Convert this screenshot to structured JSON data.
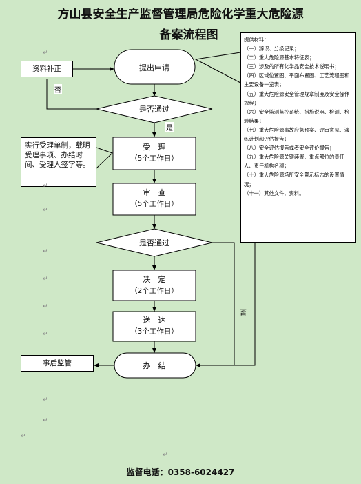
{
  "title": {
    "line1": "方山县安全生产监督管理局危险化学重大危险源",
    "line2": "备案流程图"
  },
  "side_boxes": {
    "correction": "资料补正",
    "after_supervision": "事后监管"
  },
  "note": "实行受理单制，载明受理事项、办结时间、受理人签字等。",
  "nodes": {
    "apply": "提出申请",
    "check1": "是否通过",
    "accept": {
      "title": "受　理",
      "days": "（5个工作日）"
    },
    "review": {
      "title": "审　查",
      "days": "（5个工作日）"
    },
    "check2": "是否通过",
    "decide": {
      "title": "决　定",
      "days": "（2个工作日）"
    },
    "deliver": {
      "title": "送　达",
      "days": "（3个工作日）"
    },
    "finish": "办　结"
  },
  "branch_labels": {
    "no_1": "否",
    "yes_1": "是",
    "no_2": "否"
  },
  "requirements": {
    "heading": "提供材料：",
    "items": [
      "（一）辨识、分级记录；",
      "（二）重大危险源基本特征表；",
      "（三）涉及的所有化学品安全技术说明书；",
      "（四）区域位置图、平面布置图、工艺流程图和主要设备一览表；",
      "（五）重大危险源安全管理规章制度及安全操作规程；",
      "（六）安全监测监控系统、措施说明、检测、检验结果；",
      "（七）重大危险源事故应急预案、评审意见、演练计划和评估报告；",
      "（八）安全评估报告或者安全评价报告；",
      "（九）重大危险源关键装置、重点部位的责任人、责任机构名称；",
      "（十）重大危险源场所安全警示标志的设置情况；",
      "（十一）其他文件、资料。"
    ]
  },
  "footer": "监督电话：0358-6024427",
  "colors": {
    "background": "#cfe8c7",
    "box_fill": "#ffffff",
    "line": "#000000"
  }
}
